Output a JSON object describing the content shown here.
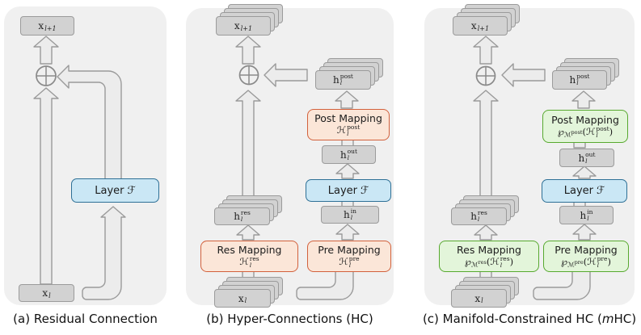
{
  "colors": {
    "panel_bg": "#f0f0f0",
    "card_fill": "#d2d2d2",
    "card_border": "#9b9b9b",
    "arrow_fill": "#ececec",
    "arrow_stroke": "#9a9a9a",
    "layer_fill": "#cae7f5",
    "layer_border": "#2e7096",
    "mapping_orange_fill": "#fbe6d8",
    "mapping_orange_border": "#d2613c",
    "mapping_green_fill": "#e3f5da",
    "mapping_green_border": "#57a92f"
  },
  "panels": {
    "a": {
      "caption": "(a) Residual Connection",
      "x_out": {
        "base": "x",
        "sub": "l+1"
      },
      "x_in": {
        "base": "x",
        "sub": "l"
      },
      "layer": {
        "word": "Layer",
        "f": "ℱ"
      }
    },
    "b": {
      "caption": "(b) Hyper-Connections (HC)",
      "x_out": {
        "base": "x",
        "sub": "l+1"
      },
      "x_in": {
        "base": "x",
        "sub": "l"
      },
      "h_post": {
        "base": "h",
        "sub": "l",
        "sup": "post"
      },
      "h_out": {
        "base": "h",
        "sub": "l",
        "sup": "out"
      },
      "h_in": {
        "base": "h",
        "sub": "l",
        "sup": "in"
      },
      "h_res": {
        "base": "h",
        "sub": "l",
        "sup": "res"
      },
      "layer": {
        "word": "Layer",
        "f": "ℱ"
      },
      "post_map": {
        "title": "Post Mapping",
        "h": "ℋ",
        "sub": "l",
        "sup": "post"
      },
      "pre_map": {
        "title": "Pre Mapping",
        "h": "ℋ",
        "sub": "l",
        "sup": "pre"
      },
      "res_map": {
        "title": "Res Mapping",
        "h": "ℋ",
        "sub": "l",
        "sup": "res"
      }
    },
    "c": {
      "caption": {
        "pre": "(c) Manifold-Constrained HC (",
        "m": "m",
        "post": "HC)"
      },
      "x_out": {
        "base": "x",
        "sub": "l+1"
      },
      "x_in": {
        "base": "x",
        "sub": "l"
      },
      "h_post": {
        "base": "h",
        "sub": "l",
        "sup": "post"
      },
      "h_out": {
        "base": "h",
        "sub": "l",
        "sup": "out"
      },
      "h_in": {
        "base": "h",
        "sub": "l",
        "sup": "in"
      },
      "h_res": {
        "base": "h",
        "sub": "l",
        "sup": "res"
      },
      "layer": {
        "word": "Layer",
        "f": "ℱ"
      },
      "post_map": {
        "title": "Post Mapping",
        "p": "℘",
        "msub": "ℳ",
        "msup": "post",
        "open": "(",
        "h": "ℋ",
        "hsub": "l",
        "hsup": "post",
        "close": ")"
      },
      "pre_map": {
        "title": "Pre Mapping",
        "p": "℘",
        "msub": "ℳ",
        "msup": "pre",
        "open": "(",
        "h": "ℋ",
        "hsub": "l",
        "hsup": "pre",
        "close": ")"
      },
      "res_map": {
        "title": "Res Mapping",
        "p": "℘",
        "msub": "ℳ",
        "msup": "res",
        "open": "(",
        "h": "ℋ",
        "hsub": "l",
        "hsup": "res",
        "close": ")"
      }
    }
  }
}
